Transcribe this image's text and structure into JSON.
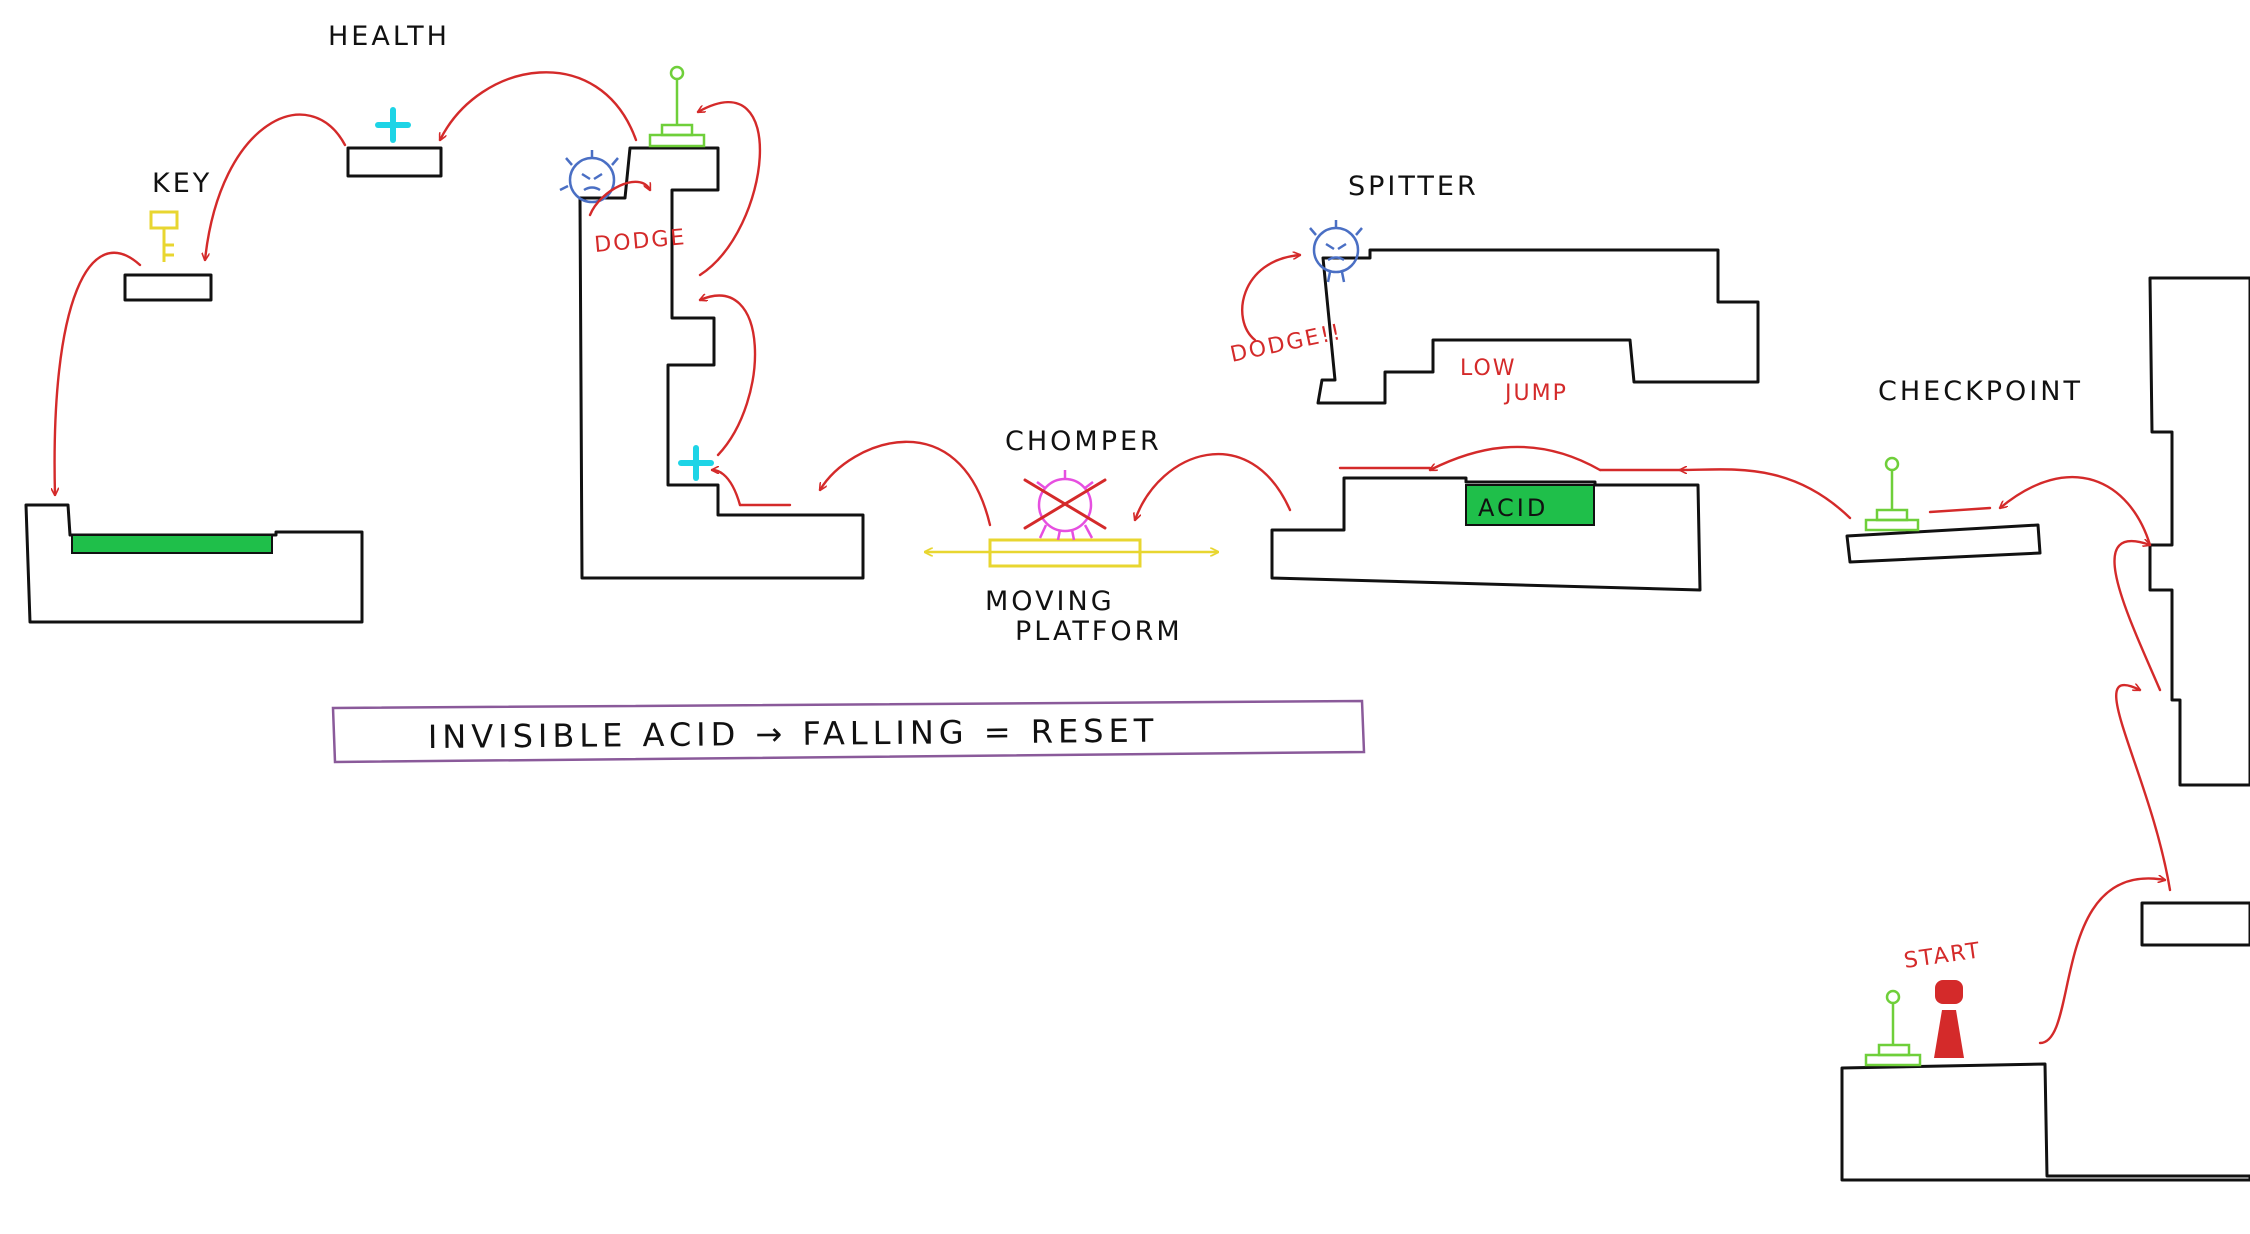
{
  "labels": {
    "health": "HEALTH",
    "key": "KEY",
    "dodge": "DODGE",
    "spitter": "SPITTER",
    "dodge_exclaim": "DODGE!!",
    "low_jump_1": "LOW",
    "low_jump_2": "JUMP",
    "chomper": "CHOMPER",
    "moving_platform_1": "MOVING",
    "moving_platform_2": "PLATFORM",
    "acid": "ACID",
    "checkpoint": "CHECKPOINT",
    "start": "START",
    "note": "INVISIBLE ACID → FALLING = RESET"
  },
  "colors": {
    "outline": "#111111",
    "path_arrows": "#d42a2a",
    "acid": "#1fbf4a",
    "health": "#1ed4e6",
    "key": "#e8d630",
    "checkpoint": "#6fcf3a",
    "enemy": "#4a6fc4",
    "chomper": "#e64fe0",
    "moving_platform": "#e8d630",
    "note_box": "#8a5a9a",
    "player": "#d42a2a"
  },
  "icons": [
    "health-plus-icon",
    "key-icon",
    "checkpoint-lever-icon",
    "spitter-enemy-icon",
    "chomper-enemy-icon",
    "player-icon"
  ]
}
